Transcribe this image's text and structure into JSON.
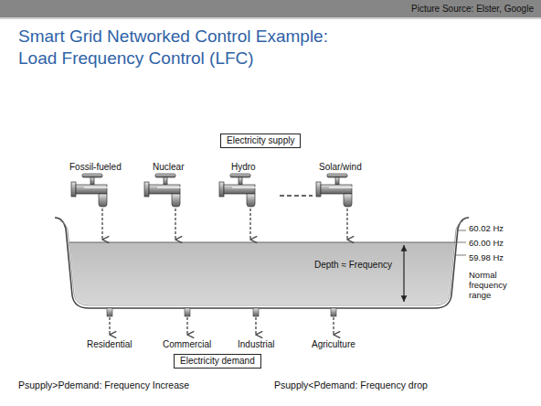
{
  "diagram": {
    "title": "Smart Grid Networked Control Example: Load Frequency Control (LFC)",
    "nodes": [
      {
        "text": [
          "Electricity supply"
        ]
      },
      {
        "text": [
          "Electricity demand"
        ]
      }
    ],
    "labels": [
      "Picture Source: Elster, Google",
      "Fossil-fueled",
      "Nuclear",
      "Hydro",
      "Solar/wind",
      "60.02 Hz",
      "60.00 Hz",
      "59.98 Hz",
      "Depth ≈ Frequency",
      "Normal frequency range",
      "Residential",
      "Commercial",
      "Industrial",
      "Agriculture",
      "Psupply>Pdemand: Frequency Increase",
      "Psupply<Pdemand: Frequency drop"
    ]
  }
}
